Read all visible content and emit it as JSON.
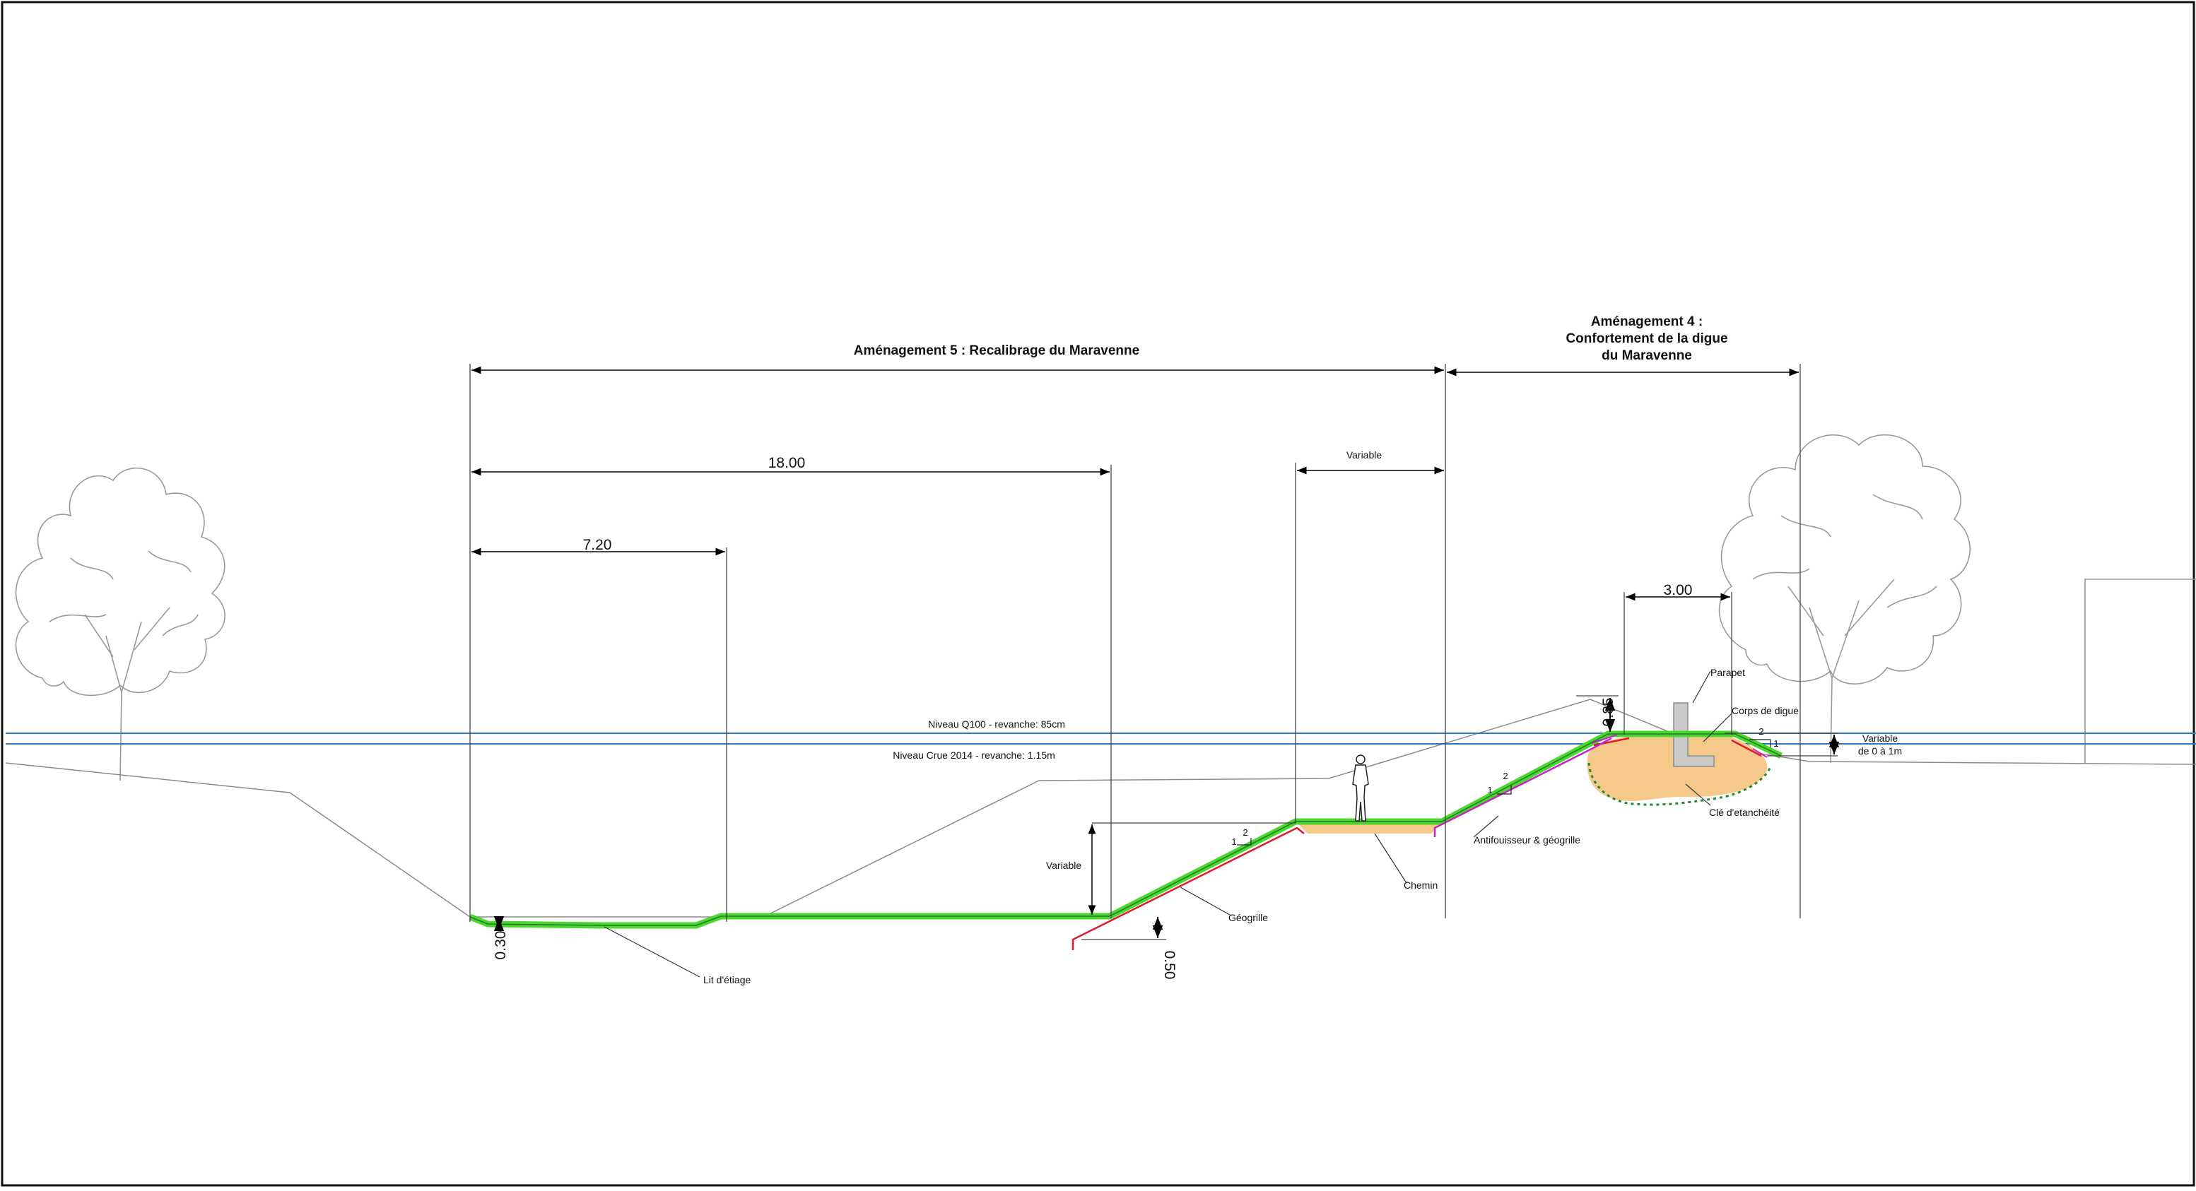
{
  "titles": {
    "amenagement5": "Aménagement 5 : Recalibrage du Maravenne",
    "amenagement4_l1": "Aménagement 4 :",
    "amenagement4_l2": "Confortement de la digue",
    "amenagement4_l3": "du Maravenne"
  },
  "dimensions": {
    "d18": "18.00",
    "d720": "7.20",
    "dvariable_top": "Variable",
    "d300": "3.00",
    "d030": "0.30",
    "d050": "0.50",
    "d085": "0.85",
    "dvariable_left": "Variable"
  },
  "water_levels": {
    "q100": "Niveau Q100 - revanche: 85cm",
    "crue2014": "Niveau Crue 2014 - revanche: 1.15m"
  },
  "labels": {
    "lit_etiage": "Lit d'étiage",
    "geogrille": "Géogrille",
    "chemin": "Chemin",
    "antifouisseur": "Antifouisseur & géogrille",
    "parapet": "Parapet",
    "corps_digue": "Corps de digue",
    "cle_etancheite": "Clé d'etanchéité",
    "variable_right_1": "Variable",
    "variable_right_2": "de 0 à 1m"
  },
  "slopes": {
    "s1_h": "2",
    "s1_v": "1",
    "s2_h": "2",
    "s2_v": "1",
    "s3_h": "2",
    "s3_v": "1"
  },
  "colors": {
    "riprap_green": "#4cd631",
    "water_blue": "#2a78c2",
    "fill_sand": "#f4c98a",
    "geogrid_red": "#e01a2a",
    "antifouisseur_magenta": "#c426c4"
  }
}
